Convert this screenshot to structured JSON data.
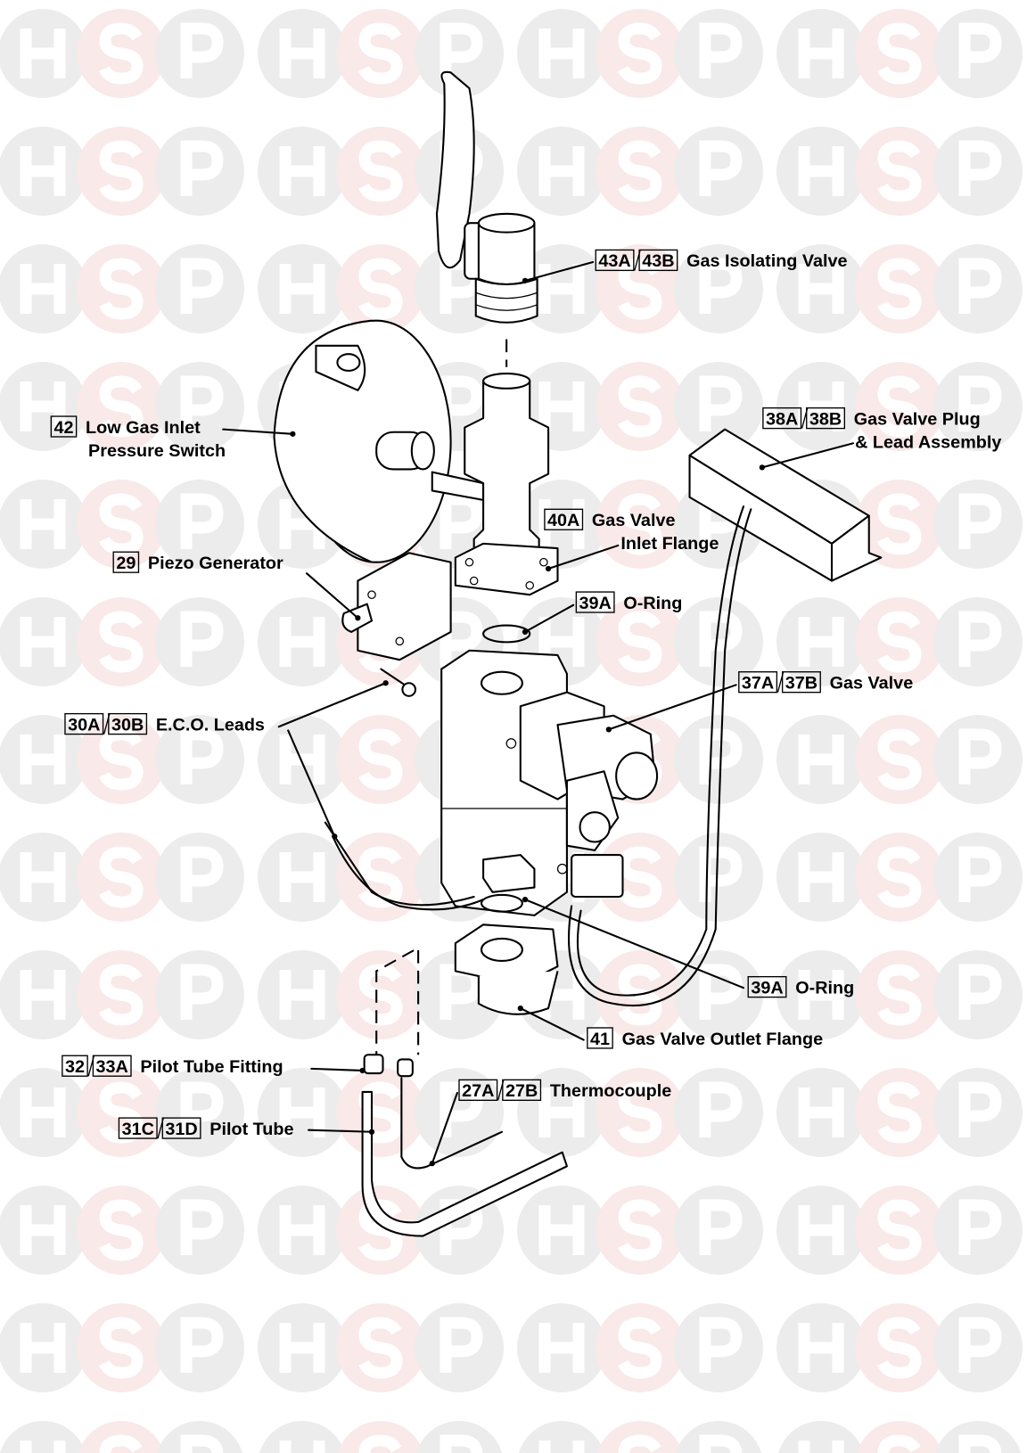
{
  "watermark": {
    "letters": [
      "H",
      "S",
      "P"
    ],
    "colors": {
      "grey": "#ececec",
      "pink": "#f9e9e9"
    }
  },
  "callouts": [
    {
      "refs": [
        "43A",
        "43B"
      ],
      "lines": [
        "Gas Isolating Valve"
      ]
    },
    {
      "refs": [
        "42"
      ],
      "lines": [
        "Low Gas Inlet",
        "Pressure Switch"
      ]
    },
    {
      "refs": [
        "38A",
        "38B"
      ],
      "lines": [
        "Gas Valve Plug",
        "& Lead Assembly"
      ]
    },
    {
      "refs": [
        "40A"
      ],
      "lines": [
        "Gas Valve",
        "Inlet Flange"
      ]
    },
    {
      "refs": [
        "29"
      ],
      "lines": [
        "Piezo Generator"
      ]
    },
    {
      "refs": [
        "39A"
      ],
      "lines": [
        "O-Ring"
      ]
    },
    {
      "refs": [
        "37A",
        "37B"
      ],
      "lines": [
        "Gas Valve"
      ]
    },
    {
      "refs": [
        "30A",
        "30B"
      ],
      "lines": [
        "E.C.O. Leads"
      ]
    },
    {
      "refs": [
        "39A"
      ],
      "lines": [
        "O-Ring"
      ]
    },
    {
      "refs": [
        "41"
      ],
      "lines": [
        "Gas Valve Outlet Flange"
      ]
    },
    {
      "refs": [
        "32",
        "33A"
      ],
      "lines": [
        "Pilot Tube Fitting"
      ]
    },
    {
      "refs": [
        "27A",
        "27B"
      ],
      "lines": [
        "Thermocouple"
      ]
    },
    {
      "refs": [
        "31C",
        "31D"
      ],
      "lines": [
        "Pilot Tube"
      ]
    }
  ]
}
